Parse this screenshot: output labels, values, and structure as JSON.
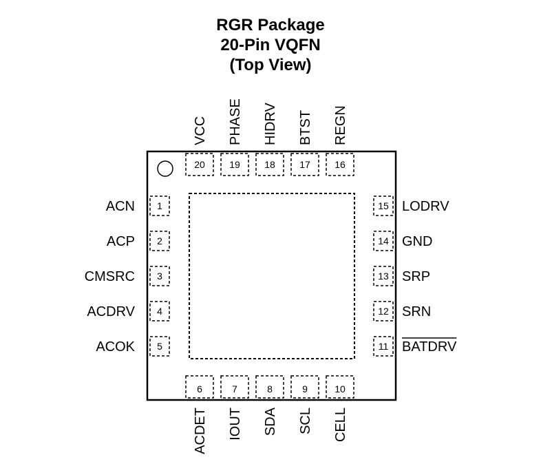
{
  "title": {
    "line1": "RGR Package",
    "line2": "20-Pin VQFN",
    "line3": "(Top View)"
  },
  "pins": {
    "left": [
      {
        "num": "1",
        "name": "ACN"
      },
      {
        "num": "2",
        "name": "ACP"
      },
      {
        "num": "3",
        "name": "CMSRC"
      },
      {
        "num": "4",
        "name": "ACDRV"
      },
      {
        "num": "5",
        "name": "ACOK"
      }
    ],
    "bottom": [
      {
        "num": "6",
        "name": "ACDET"
      },
      {
        "num": "7",
        "name": "IOUT"
      },
      {
        "num": "8",
        "name": "SDA"
      },
      {
        "num": "9",
        "name": "SCL"
      },
      {
        "num": "10",
        "name": "CELL"
      }
    ],
    "right": [
      {
        "num": "11",
        "name": "BATDRV",
        "overbar": true
      },
      {
        "num": "12",
        "name": "SRN"
      },
      {
        "num": "13",
        "name": "SRP"
      },
      {
        "num": "14",
        "name": "GND"
      },
      {
        "num": "15",
        "name": "LODRV"
      }
    ],
    "top": [
      {
        "num": "16",
        "name": "REGN"
      },
      {
        "num": "17",
        "name": "BTST"
      },
      {
        "num": "18",
        "name": "HIDRV"
      },
      {
        "num": "19",
        "name": "PHASE"
      },
      {
        "num": "20",
        "name": "VCC"
      }
    ]
  }
}
